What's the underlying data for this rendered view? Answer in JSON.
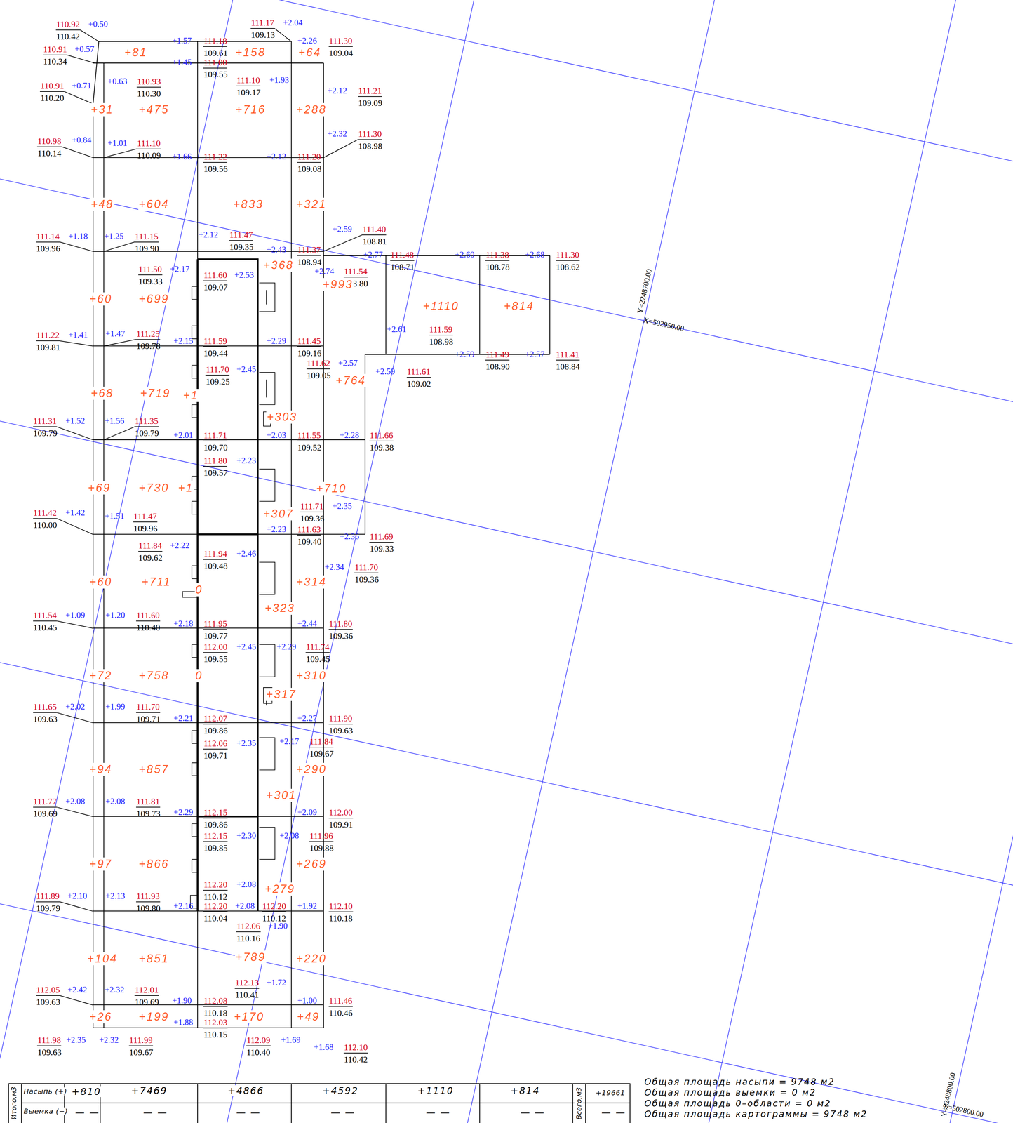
{
  "diagram": {
    "labels": [
      "110.92",
      "110.42",
      "+0.50",
      "110.91",
      "110.34",
      "+0.57",
      "111.17",
      "109.13",
      "+2.04",
      "111.18",
      "109.61",
      "+1.57",
      "111.00",
      "109.55",
      "+1.45",
      "111.30",
      "109.04",
      "+2.26",
      "110.93",
      "110.30",
      "+0.63",
      "111.10",
      "109.17",
      "+1.93",
      "110.91",
      "110.20",
      "+0.71",
      "111.21",
      "109.09",
      "+2.12",
      "111.30",
      "108.98",
      "+2.32",
      "110.98",
      "110.14",
      "+0.84",
      "111.10",
      "110.09",
      "+1.01",
      "111.22",
      "109.56",
      "+1.66",
      "111.20",
      "109.08",
      "+2.12",
      "111.40",
      "108.81",
      "+2.59",
      "111.14",
      "109.96",
      "+1.18",
      "111.15",
      "109.90",
      "+1.25",
      "111.47",
      "109.35",
      "+2.12",
      "111.37",
      "108.94",
      "+2.43",
      "111.48",
      "108.71",
      "+2.77",
      "111.38",
      "108.78",
      "+2.60",
      "111.30",
      "108.62",
      "+2.68",
      "111.50",
      "109.33",
      "+2.17",
      "111.60",
      "109.07",
      "+2.53",
      "111.54",
      "108.80",
      "+2.74",
      "111.22",
      "109.81",
      "+1.41",
      "111.25",
      "109.78",
      "+1.47",
      "111.59",
      "109.44",
      "+2.15",
      "111.45",
      "109.16",
      "+2.29",
      "111.59",
      "108.98",
      "+2.61",
      "111.49",
      "108.90",
      "+2.59",
      "111.41",
      "108.84",
      "+2.57",
      "111.70",
      "109.25",
      "+2.45",
      "111.62",
      "109.05",
      "+2.57",
      "111.61",
      "109.02",
      "+2.59",
      "111.31",
      "109.79",
      "+1.52",
      "111.35",
      "109.79",
      "+1.56",
      "111.71",
      "109.70",
      "+2.01",
      "111.55",
      "109.52",
      "+2.03",
      "111.66",
      "109.38",
      "+2.28",
      "111.80",
      "109.57",
      "+2.23",
      "111.71",
      "109.36",
      "+2.35",
      "111.42",
      "110.00",
      "+1.42",
      "111.47",
      "109.96",
      "+1.51",
      "111.63",
      "109.40",
      "+2.23",
      "111.69",
      "109.33",
      "+2.36",
      "111.84",
      "109.62",
      "+2.22",
      "111.94",
      "109.48",
      "+2.46",
      "111.70",
      "109.36",
      "+2.34",
      "111.54",
      "110.45",
      "+1.09",
      "111.60",
      "110.40",
      "+1.20",
      "111.95",
      "109.77",
      "+2.18",
      "111.80",
      "109.36",
      "+2.44",
      "112.00",
      "109.55",
      "+2.45",
      "111.74",
      "109.45",
      "+2.29",
      "111.65",
      "109.63",
      "+2.02",
      "111.70",
      "109.71",
      "+1.99",
      "112.07",
      "109.86",
      "+2.21",
      "111.90",
      "109.63",
      "+2.27",
      "112.06",
      "109.71",
      "+2.35",
      "111.84",
      "109.67",
      "+2.17",
      "111.77",
      "109.69",
      "+2.08",
      "111.81",
      "109.73",
      "+2.08",
      "112.15",
      "109.86",
      "+2.29",
      "112.00",
      "109.91",
      "+2.09",
      "112.15",
      "109.85",
      "+2.30",
      "111.96",
      "109.88",
      "+2.08",
      "111.89",
      "109.79",
      "+2.10",
      "111.93",
      "109.80",
      "+2.13",
      "112.20",
      "110.12",
      "+2.08",
      "112.20",
      "110.04",
      "+2.16",
      "112.20",
      "110.12",
      "+2.08",
      "112.10",
      "110.18",
      "+1.92",
      "112.06",
      "110.16",
      "+1.90",
      "112.13",
      "110.41",
      "+1.72",
      "112.05",
      "109.63",
      "+2.42",
      "112.01",
      "109.69",
      "+2.32",
      "112.08",
      "110.18",
      "+1.90",
      "111.46",
      "110.46",
      "+1.00",
      "112.03",
      "110.15",
      "+1.88",
      "111.98",
      "109.63",
      "+2.35",
      "111.99",
      "109.67",
      "+2.32",
      "112.09",
      "110.40",
      "+1.69",
      "112.10",
      "110.42",
      "+1.68",
      "+81",
      "+158",
      "+64",
      "+31",
      "+475",
      "+716",
      "+288",
      "+48",
      "+604",
      "+833",
      "+321",
      "+368",
      "+993",
      "+1110",
      "+814",
      "+60",
      "+699",
      "+764",
      "+68",
      "+719",
      "+1",
      "+303",
      "+69",
      "+730",
      "+1",
      "+710",
      "+307",
      "+60",
      "+711",
      "+314",
      "0",
      "+323",
      "+72",
      "+758",
      "0",
      "+310",
      "+317",
      "+94",
      "+857",
      "+290",
      "+301",
      "+97",
      "+866",
      "+269",
      "+279",
      "+104",
      "+851",
      "+789",
      "+220",
      "+26",
      "+199",
      "+170",
      "+49",
      "Итого,м3",
      "Насыпь (+)",
      "Выемка (−)",
      "+810",
      "+7469",
      "+4866",
      "+4592",
      "+1110",
      "+814",
      "Всего,м3",
      "+19661",
      "— —",
      "— —",
      "— —",
      "— —",
      "— —",
      "— —",
      "— —",
      "Общая площадь насыпи = 9748 м2",
      "Общая площадь выемки = 0 м2",
      "Общая площадь 0–области = 0 м2",
      "Общая площадь картограммы = 9748 м2",
      "Y=2248700.00",
      "X=502950.00",
      "Y=2248800.00",
      "X=502800.00"
    ]
  }
}
